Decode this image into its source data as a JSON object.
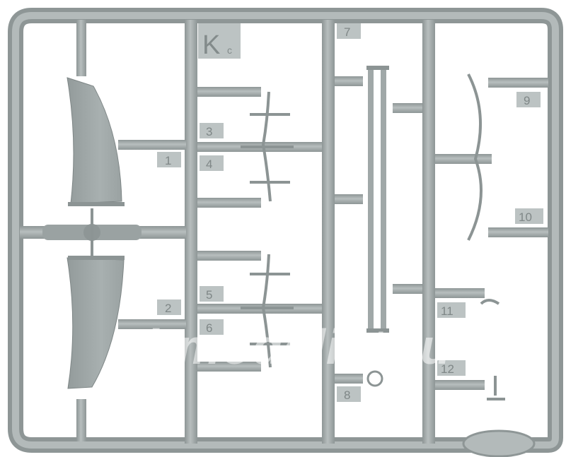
{
  "sprue": {
    "letter": "K",
    "sub": "c"
  },
  "part_labels": [
    "1",
    "2",
    "3",
    "4",
    "5",
    "6",
    "7",
    "8",
    "9",
    "10",
    "11",
    "12"
  ],
  "watermark": "i-modelist.ru",
  "colors": {
    "plastic": "#a3abab",
    "plastic_dark": "#8c9494",
    "plastic_light": "#b9c0c0",
    "label_bg": "#bcc3c3",
    "background": "#ffffff"
  }
}
